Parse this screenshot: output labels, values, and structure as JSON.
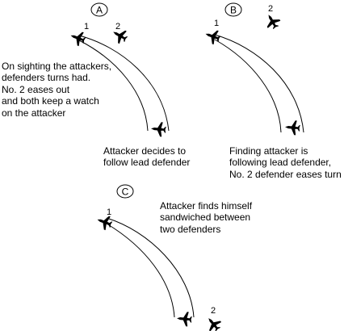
{
  "panels": [
    {
      "id": "A",
      "letter": "A",
      "defender_1_label": "1",
      "defender_2_label": "2",
      "caption_left": "On sighting the attackers,\ndefenders turns had.\nNo. 2 eases out\nand both keep a watch\non the attacker",
      "caption_bottom": "Attacker decides to\nfollow lead defender"
    },
    {
      "id": "B",
      "letter": "B",
      "defender_1_label": "1",
      "defender_2_label": "2",
      "caption_bottom": "Finding attacker is\nfollowing lead defender,\nNo. 2 defender eases turn"
    },
    {
      "id": "C",
      "letter": "C",
      "defender_1_label": "1",
      "defender_2_label": "2",
      "caption_right": "Attacker finds himself\nsandwiched between\ntwo defenders"
    }
  ]
}
